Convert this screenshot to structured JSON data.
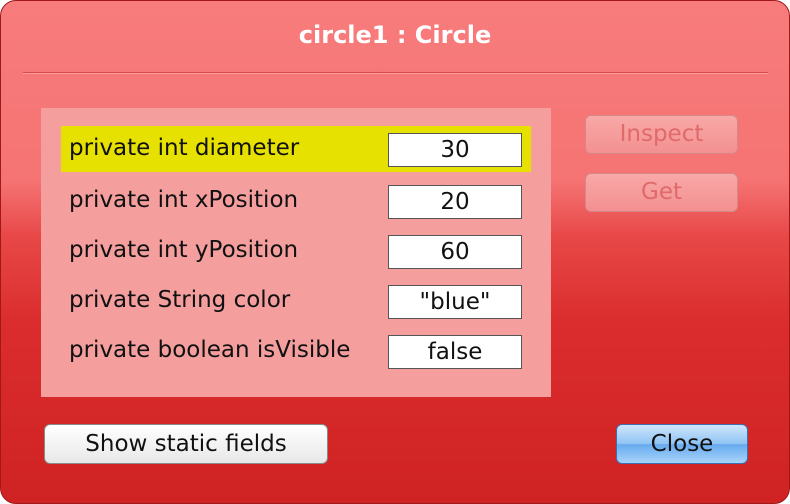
{
  "window": {
    "title": "circle1 : Circle"
  },
  "fields": [
    {
      "label": "private int diameter",
      "value": "30",
      "selected": true
    },
    {
      "label": "private int xPosition",
      "value": "20",
      "selected": false
    },
    {
      "label": "private int yPosition",
      "value": "60",
      "selected": false
    },
    {
      "label": "private String color",
      "value": "\"blue\"",
      "selected": false
    },
    {
      "label": "private boolean isVisible",
      "value": "false",
      "selected": false
    }
  ],
  "buttons": {
    "inspect_label": "Inspect",
    "get_label": "Get",
    "show_static_label": "Show static fields",
    "close_label": "Close"
  },
  "colors": {
    "selection_highlight": "#e6e100",
    "window_background": "#e84848",
    "fields_panel": "#f49e9e",
    "default_button": "#66aaee"
  }
}
